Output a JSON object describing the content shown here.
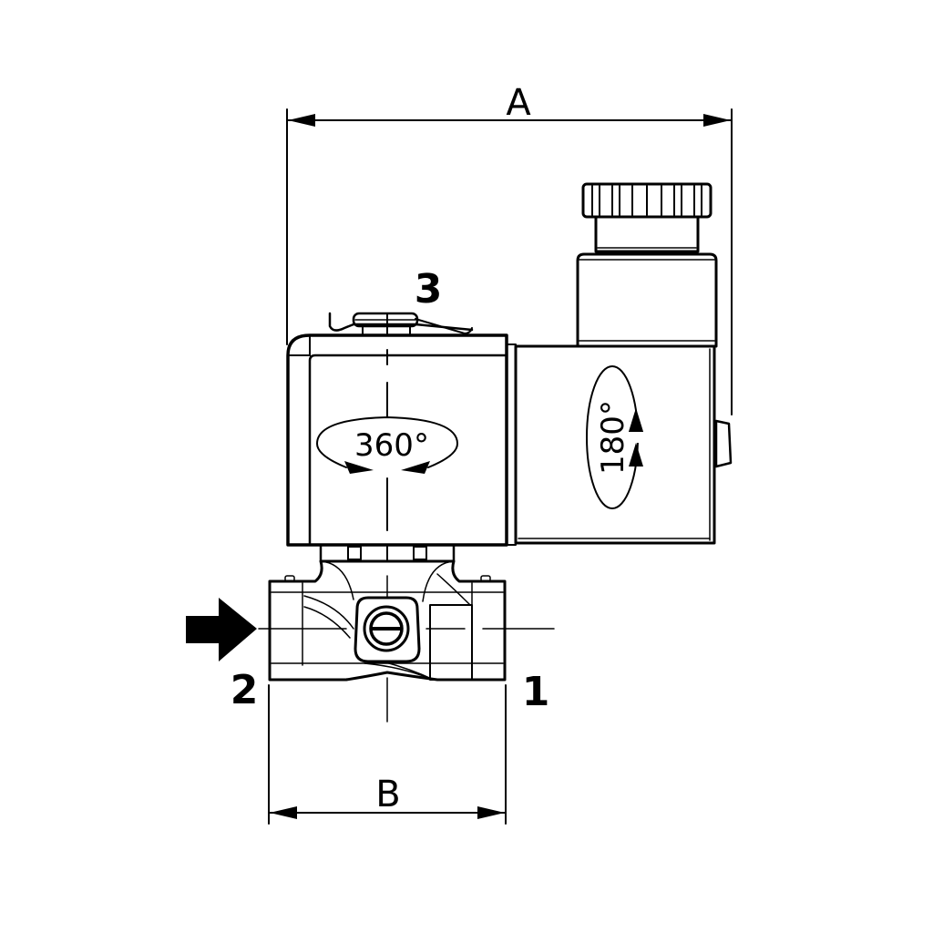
{
  "diagram": {
    "subject": "solenoid valve dimension drawing",
    "colors": {
      "line": "#000000",
      "background": "#ffffff"
    },
    "dimensions": {
      "overall_width": {
        "label": "A"
      },
      "body_length": {
        "label": "B"
      }
    },
    "ports": {
      "inlet": {
        "label": "2"
      },
      "outlet": {
        "label": "1"
      },
      "exhaust": {
        "label": "3"
      }
    },
    "rotation": {
      "coil": {
        "label": "360°"
      },
      "connector": {
        "label": "180°"
      }
    },
    "flow_direction": {
      "icon": "arrow-right-icon"
    }
  }
}
